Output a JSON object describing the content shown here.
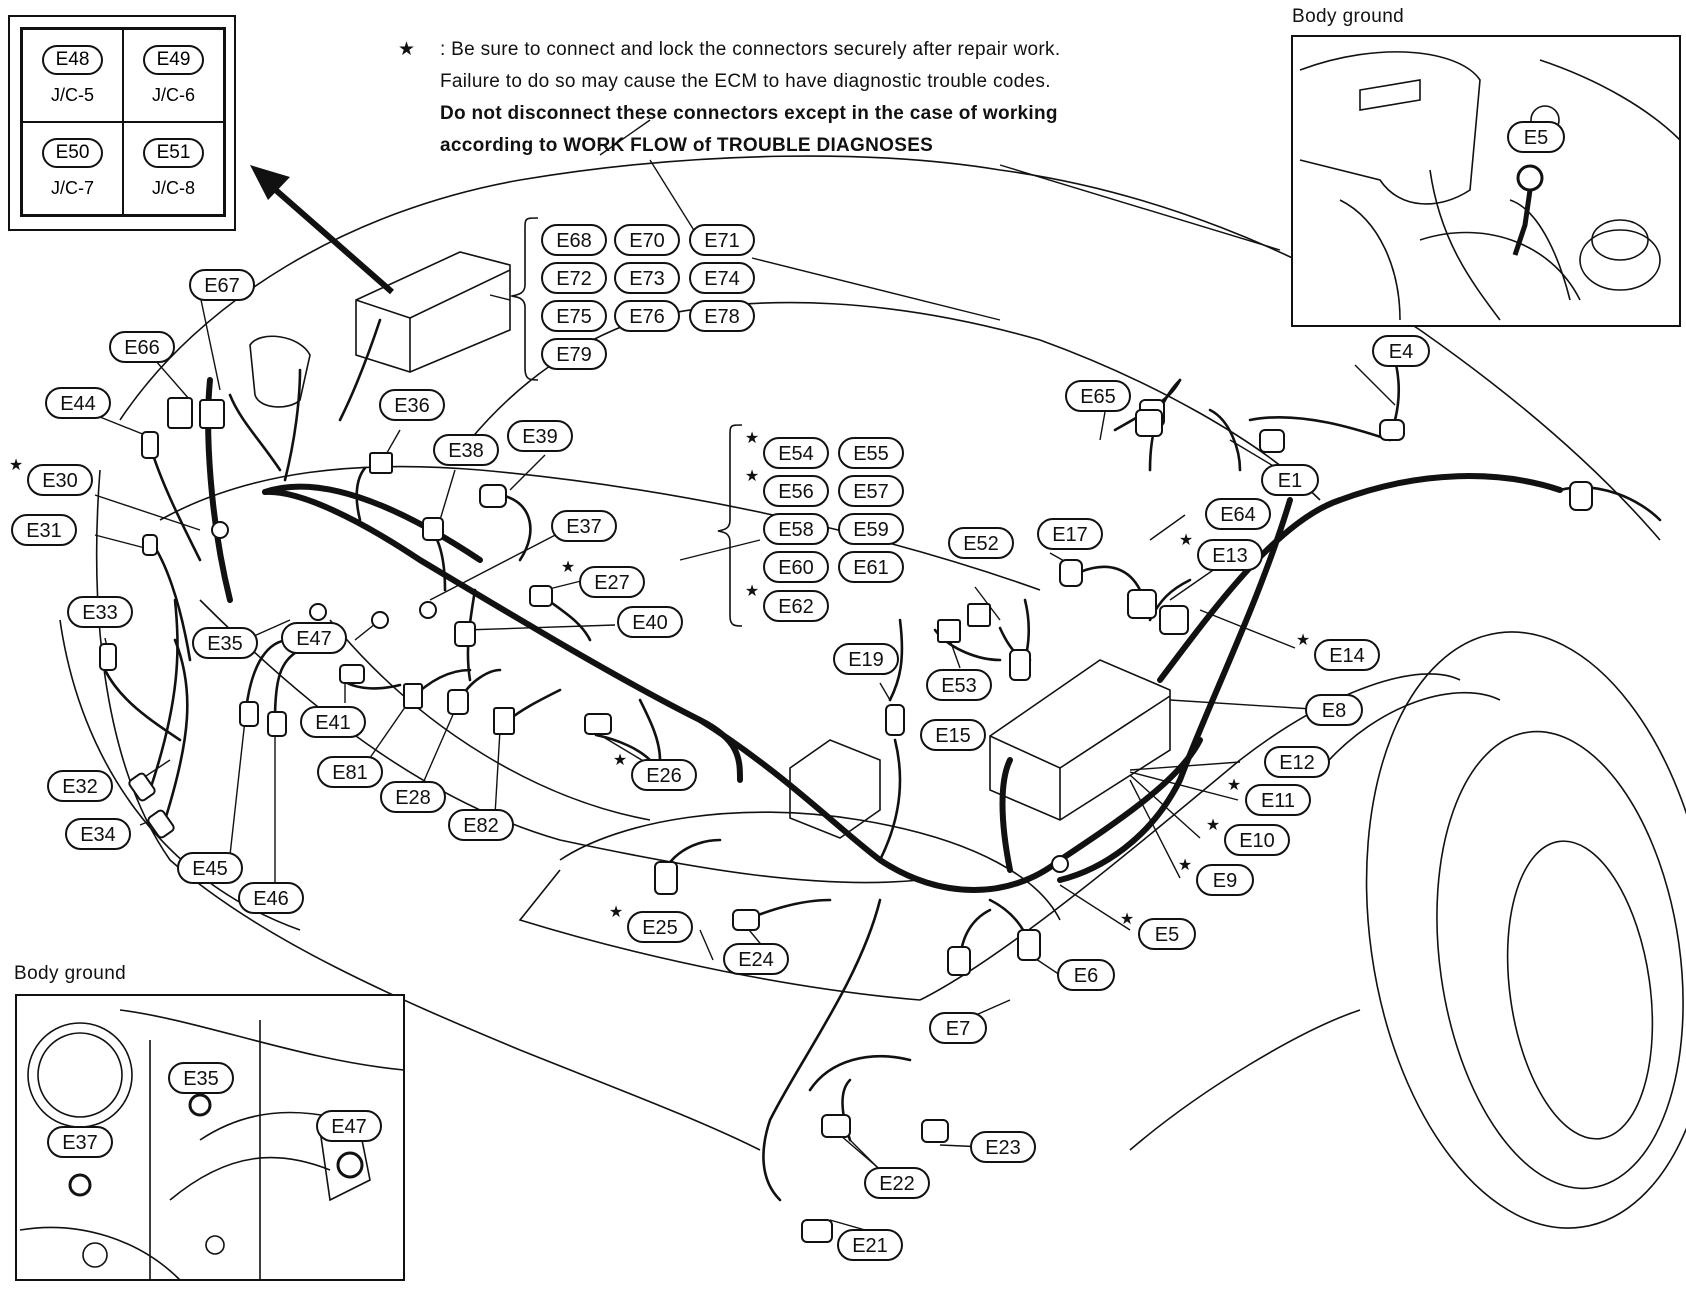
{
  "note": {
    "star": "★",
    "line1": ": Be sure to connect and lock the connectors securely after repair work.",
    "line2": "Failure to do so may cause the ECM to have diagnostic trouble codes.",
    "line3": "Do not disconnect these connectors except in the case of working",
    "line4": "according to WORK FLOW of TROUBLE DIAGNOSES"
  },
  "junction_box": [
    {
      "code": "E48",
      "sub": "J/C-5"
    },
    {
      "code": "E49",
      "sub": "J/C-6"
    },
    {
      "code": "E50",
      "sub": "J/C-7"
    },
    {
      "code": "E51",
      "sub": "J/C-8"
    }
  ],
  "inset_top_right": {
    "title": "Body ground",
    "connector": "E5"
  },
  "inset_bottom_left": {
    "title": "Body ground",
    "connectors": [
      "E35",
      "E37",
      "E47"
    ]
  },
  "star_symbol": "★",
  "connector_groups": {
    "relay_box": [
      "E68",
      "E70",
      "E71",
      "E72",
      "E73",
      "E74",
      "E75",
      "E76",
      "E78",
      "E79"
    ],
    "ecm_group": [
      "E54",
      "E55",
      "E56",
      "E57",
      "E58",
      "E59",
      "E60",
      "E61",
      "E62"
    ]
  },
  "connectors": [
    "E67",
    "E66",
    "E44",
    "E30",
    "E31",
    "E33",
    "E32",
    "E34",
    "E45",
    "E46",
    "E35",
    "E47",
    "E36",
    "E38",
    "E39",
    "E37",
    "E27",
    "E40",
    "E41",
    "E81",
    "E28",
    "E82",
    "E26",
    "E25",
    "E24",
    "E19",
    "E15",
    "E52",
    "E53",
    "E17",
    "E65",
    "E64",
    "E13",
    "E14",
    "E1",
    "E4",
    "E8",
    "E12",
    "E11",
    "E10",
    "E9",
    "E5",
    "E6",
    "E7",
    "E23",
    "E22",
    "E21"
  ],
  "starred": [
    "E30",
    "E27",
    "E26",
    "E25",
    "E54",
    "E56",
    "E62",
    "E13",
    "E14",
    "E11",
    "E10",
    "E9",
    "E5"
  ]
}
